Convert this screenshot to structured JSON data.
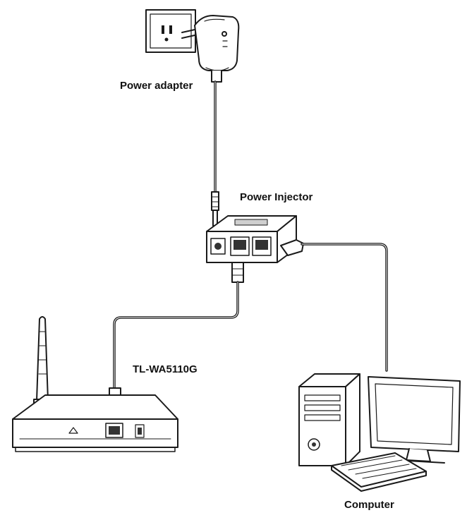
{
  "labels": {
    "power_adapter": "Power adapter",
    "power_injector": "Power Injector",
    "access_point": "TL-WA5110G",
    "computer": "Computer"
  },
  "colors": {
    "line": "#1a1a1a",
    "cable": "#555555",
    "shade": "#cfcfcf",
    "dark": "#333333"
  }
}
